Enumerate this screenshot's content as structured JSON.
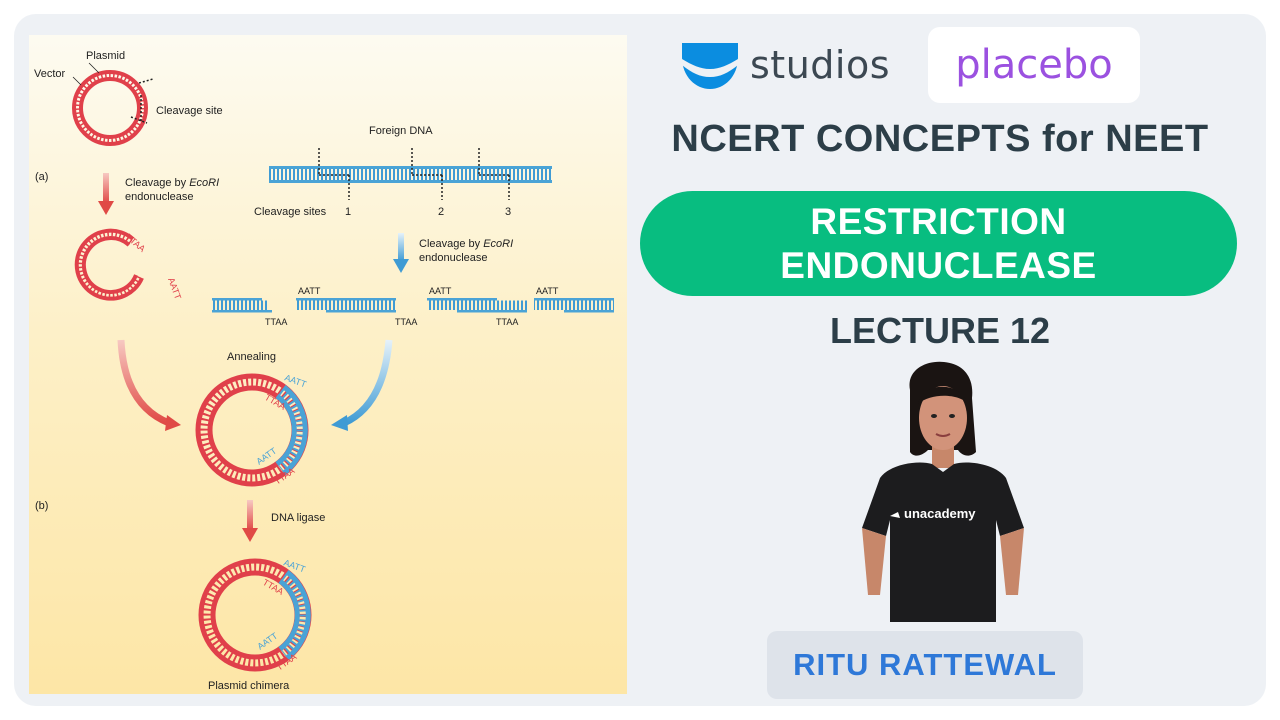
{
  "brand": {
    "logo_icon": "unacademy-logo-icon",
    "studios": "studios",
    "placebo": "placebo",
    "accent_blue": "#0b8de0",
    "placebo_color": "#9b51e0"
  },
  "title": "NCERT CONCEPTS for NEET",
  "topic": {
    "line1": "RESTRICTION",
    "line2": "ENDONUCLEASE",
    "color": "#08bd80"
  },
  "lecture": "LECTURE 12",
  "presenter": {
    "name": "RITU RATTEWAL",
    "shirt_text": "unacademy"
  },
  "diagram": {
    "plasmid": "Plasmid",
    "vector": "Vector",
    "cleavage_site": "Cleavage site",
    "part_a": "(a)",
    "part_b": "(b)",
    "cleavage_ecori_prefix": "Cleavage by ",
    "ecori": "EcoRI",
    "endonuclease": "endonuclease",
    "foreign_dna": "Foreign DNA",
    "cleavage_sites": "Cleavage sites",
    "site_1": "1",
    "site_2": "2",
    "site_3": "3",
    "aatt": "AATT",
    "ttaa": "TTAA",
    "annealing": "Annealing",
    "dna_ligase": "DNA ligase",
    "plasmid_chimera": "Plasmid chimera",
    "red_color": "#e0404a",
    "blue_color": "#4aa3d6"
  }
}
